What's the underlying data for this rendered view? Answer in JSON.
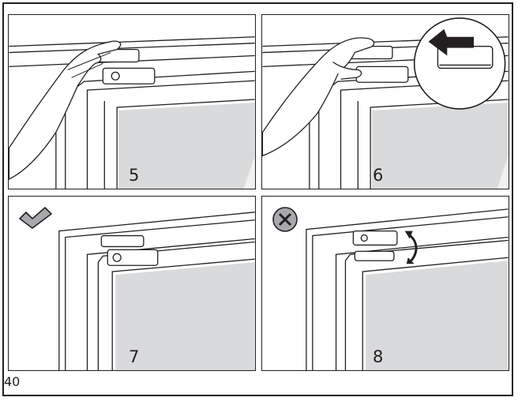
{
  "page": {
    "number": "40"
  },
  "panels": [
    {
      "step": "5"
    },
    {
      "step": "6"
    },
    {
      "step": "7",
      "status_icon": "checkmark-icon"
    },
    {
      "step": "8",
      "status_icon": "cross-icon"
    }
  ],
  "colors": {
    "line": "#231f20",
    "glass": "#d9dadb",
    "status_icon_fill": "#a7a9ac"
  }
}
